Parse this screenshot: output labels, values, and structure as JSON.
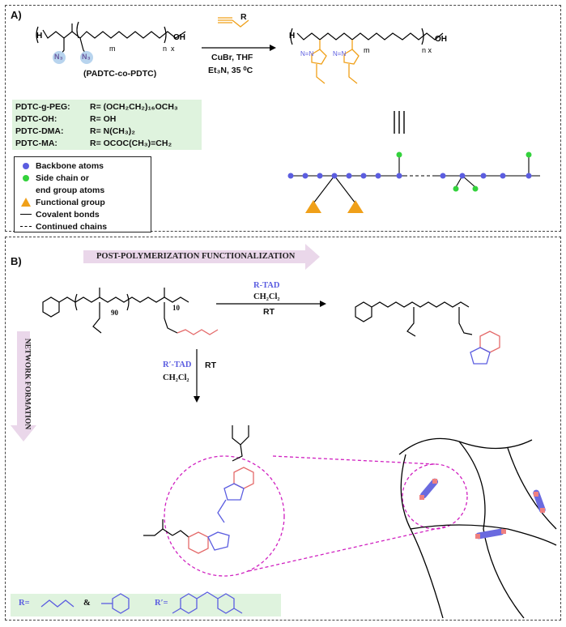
{
  "panel_a": {
    "label": "A)",
    "monomer_name": "(PADTC-co-PDTC)",
    "reagent_r": "R",
    "conditions_line1": "CuBr, THF",
    "conditions_line2": "Et₃N, 35 ⁰C",
    "n3_left": "N₃",
    "n3_right": "N₃",
    "products": [
      {
        "name": "PDTC-g-PEG:",
        "r": "R= (OCH₂CH₂)₁₆OCH₃"
      },
      {
        "name": "PDTC-OH:",
        "r": "R= OH"
      },
      {
        "name": "PDTC-DMA:",
        "r": "R= N(CH₃)₂"
      },
      {
        "name": "PDTC-MA:",
        "r": "R= OCOC(CH₃)=CH₂"
      }
    ],
    "legend": [
      {
        "icon": "blue-dot",
        "text": "Backbone atoms"
      },
      {
        "icon": "green-dot",
        "text": "Side chain or"
      },
      {
        "icon": "",
        "text": "end group atoms"
      },
      {
        "icon": "orange-triangle",
        "text": "Functional group"
      },
      {
        "icon": "solid-line",
        "text": "Covalent bonds"
      },
      {
        "icon": "dashed-line",
        "text": "Continued chains"
      }
    ],
    "equiv_symbol": "|||",
    "colors": {
      "backbone": "#5b5de0",
      "side": "#33d23c",
      "functional": "#f0a019",
      "triazole": "#f0a019",
      "azide": "#e86a9a"
    }
  },
  "panel_b": {
    "label": "B)",
    "arrow_top": "POST-POLYMERIZATION FUNCTIONALIZATION",
    "arrow_side": "NETWORK FORMATION",
    "subscript_90": "90",
    "subscript_10": "10",
    "reagent_top": "R-TAD",
    "solvent_top": "CH₂Cl₂",
    "rt_top": "RT",
    "reagent_down": "R′-TAD",
    "solvent_down": "CH₂Cl₂",
    "rt_down": "RT",
    "r_def": "R=",
    "amp": "&",
    "rprime_def": "R′=",
    "colors": {
      "tad": "#5b5de0",
      "diene": "#e46a6a",
      "circle": "#d020c0"
    }
  }
}
